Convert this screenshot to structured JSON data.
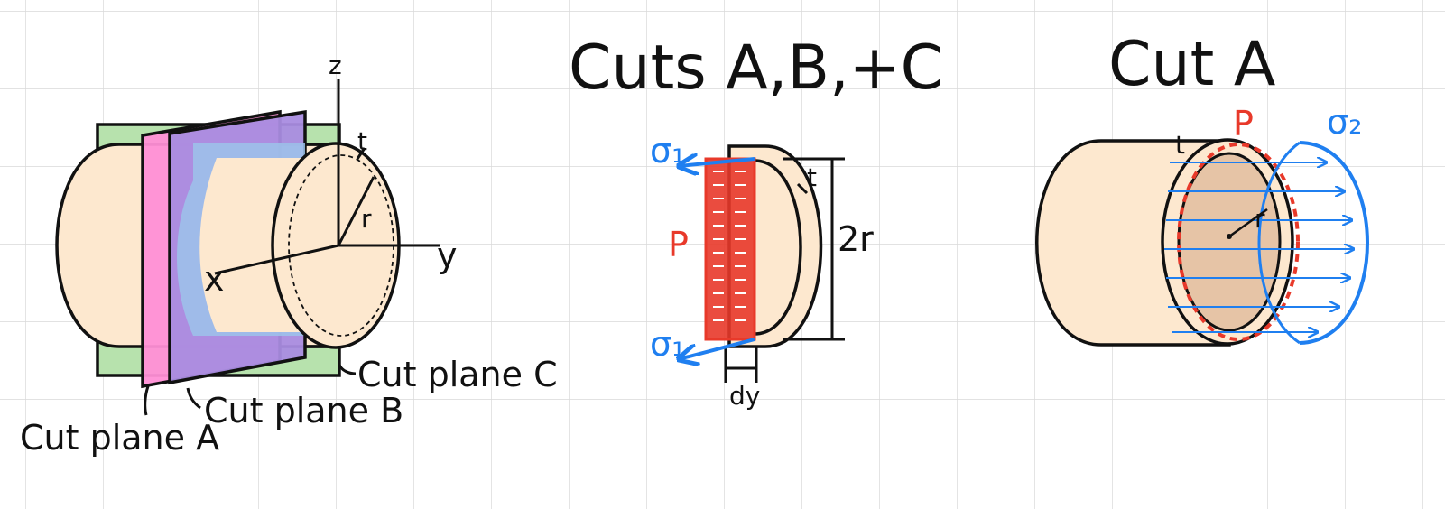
{
  "panel_left": {
    "axis_z": "z",
    "axis_y": "y",
    "axis_x": "x",
    "radius": "r",
    "thickness": "t",
    "cut_plane_a": "Cut plane A",
    "cut_plane_b": "Cut plane B",
    "cut_plane_c": "Cut plane C"
  },
  "panel_middle": {
    "title": "Cuts A,B,+C",
    "stress_top": "σ₁",
    "stress_bottom": "σ₁",
    "pressure": "P",
    "thickness": "t",
    "diameter": "2r",
    "width": "dy"
  },
  "panel_right": {
    "title": "Cut A",
    "pressure": "P",
    "stress": "σ₂",
    "thickness": "t",
    "radius": "r"
  },
  "colors": {
    "cylinder_fill": "#fde8cf",
    "plane_a": "#ff8fd6",
    "plane_b_front": "#a98ce0",
    "plane_b_back": "#9cc3ea",
    "plane_c": "#b7e2ad",
    "pressure_red": "#e8392a",
    "stress_blue": "#1f7ff0",
    "section_fill": "#e6c4a6"
  }
}
